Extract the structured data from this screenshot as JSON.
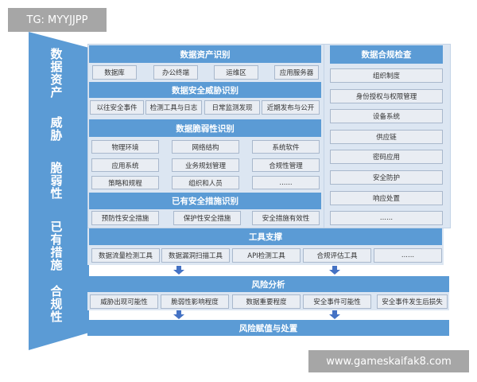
{
  "watermarks": {
    "top_left": "TG: MYYJJPP",
    "bottom_right": "www.gameskaifak8.com"
  },
  "side_labels": [
    {
      "id": "data-assets",
      "chars": [
        "数",
        "据",
        "资",
        "产"
      ]
    },
    {
      "id": "threat",
      "chars": [
        "威",
        "胁"
      ]
    },
    {
      "id": "vulnerability",
      "chars": [
        "脆",
        "弱",
        "性"
      ]
    },
    {
      "id": "existing-measures",
      "chars": [
        "已",
        "有",
        "措",
        "施"
      ]
    },
    {
      "id": "compliance",
      "chars": [
        "合",
        "规",
        "性"
      ]
    }
  ],
  "sections": {
    "asset_identification": {
      "title": "数据资产识别",
      "items": [
        "数据库",
        "办公终端",
        "运维区",
        "应用服务器"
      ]
    },
    "threat_identification": {
      "title": "数据安全威胁识别",
      "items": [
        "以往安全事件",
        "检测工具与日志",
        "日常监测发现",
        "近期发布与公开"
      ]
    },
    "vulnerability_identification": {
      "title": "数据脆弱性识别",
      "items": [
        "物理环境",
        "网络结构",
        "系统软件",
        "应用系统",
        "业务规划管理",
        "合规性管理",
        "策略和规程",
        "组织和人员",
        "......"
      ]
    },
    "existing_measures": {
      "title": "已有安全措施识别",
      "items": [
        "预防性安全措施",
        "保护性安全措施",
        "安全措施有效性"
      ]
    },
    "compliance_check": {
      "title": "数据合规检查",
      "items": [
        "组织制度",
        "身份授权与权限管理",
        "设备系统",
        "供应链",
        "密码应用",
        "安全防护",
        "响应处置",
        "......"
      ]
    },
    "tool_support": {
      "title": "工具支撑",
      "items": [
        "数据流量检测工具",
        "数据漏洞扫描工具",
        "API检测工具",
        "合规评估工具",
        "......"
      ]
    },
    "risk_analysis": {
      "title": "风险分析",
      "items": [
        "威胁出现可能性",
        "脆弱性影响程度",
        "数据重要程度",
        "安全事件可能性",
        "安全事件发生后损失"
      ]
    },
    "risk_valuation": {
      "title": "风险赋值与处置"
    }
  },
  "colors": {
    "header_blue": "#5b9bd5",
    "panel_bg": "#dce6f2",
    "cell_bg": "#e9edf3",
    "arrow_blue": "#4472c4",
    "watermark_gray": "#a6a6a6"
  }
}
